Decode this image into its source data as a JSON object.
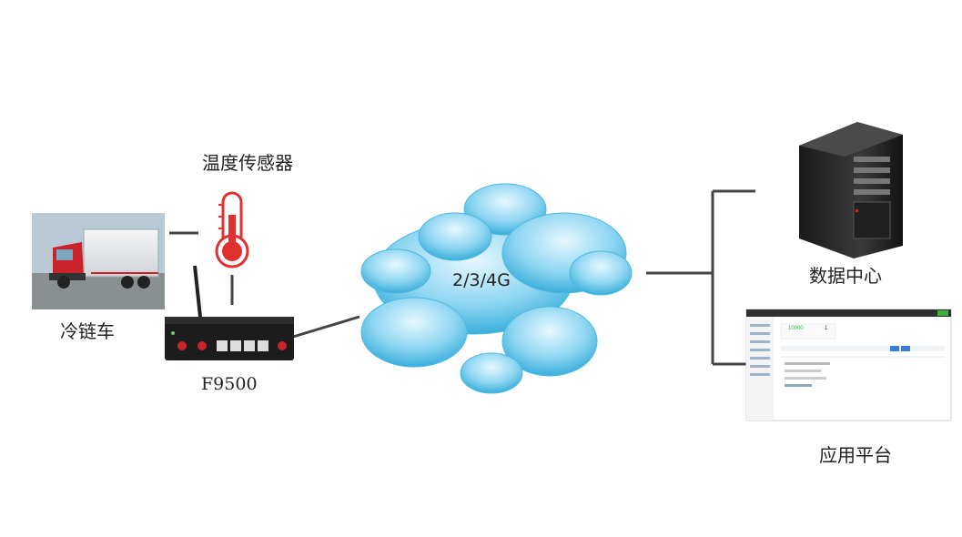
{
  "labels": {
    "temp_sensor": "温度传感器",
    "truck": "冷链车",
    "router": "F9500",
    "network": "2/3/4G",
    "data_center": "数据中心",
    "app_platform": "应用平台"
  },
  "colors": {
    "cloud_light": "#bfeaf8",
    "cloud_dark": "#2aa7d6",
    "thermo_red": "#e0312f",
    "truck_red": "#c8242a",
    "server": "#2a2a2a",
    "line": "#444444"
  },
  "platform_screenshot": {
    "kpi_value": "10000",
    "kpi_small": "1"
  }
}
